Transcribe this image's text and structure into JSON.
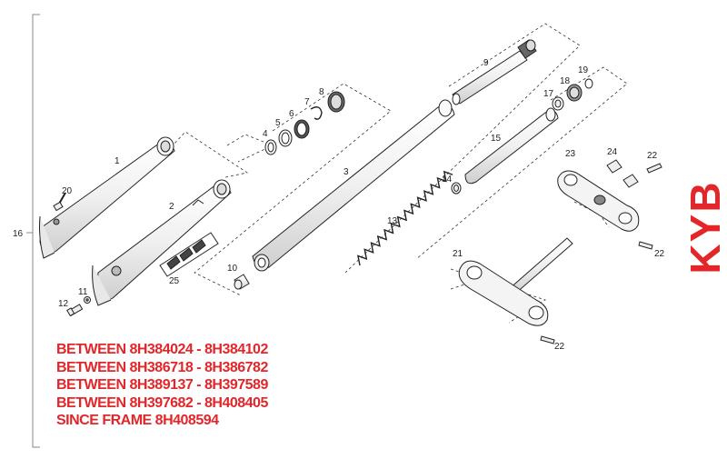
{
  "diagram": {
    "brand": "KYB",
    "frame_notes": [
      "BETWEEN 8H384024 - 8H384102",
      "BETWEEN 8H386718 - 8H386782",
      "BETWEEN 8H389137 - 8H397589",
      "BETWEEN 8H397682 - 8H408405",
      "SINCE FRAME 8H408594"
    ],
    "part_numbers": {
      "p1": "1",
      "p2": "2",
      "p3": "3",
      "p4": "4",
      "p5": "5",
      "p6": "6",
      "p7": "7",
      "p8": "8",
      "p9": "9",
      "p10": "10",
      "p11": "11",
      "p12": "12",
      "p13": "13",
      "p14": "14",
      "p15": "15",
      "p16": "16",
      "p17": "17",
      "p18": "18",
      "p19": "19",
      "p20": "20",
      "p21": "21",
      "p22": "22",
      "p23": "23",
      "p24": "24",
      "p25": "25"
    }
  }
}
